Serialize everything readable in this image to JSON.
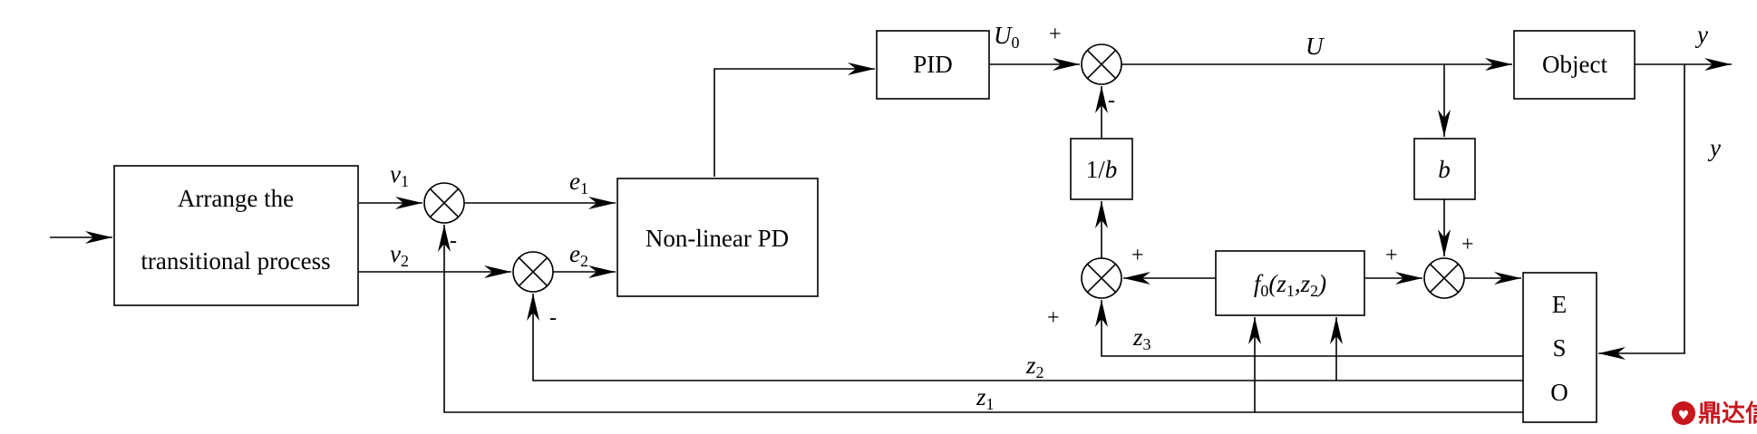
{
  "blocks": {
    "arrange_line1": "Arrange the",
    "arrange_line2": "transitional process",
    "nonlinear_pd": "Non-linear PD",
    "pid": "PID",
    "inv_b_one": "1/",
    "inv_b_var": "b",
    "b": "b",
    "object": "Object",
    "f0_name": "f",
    "f0_sub": "0",
    "f0_args_open": "(",
    "f0_z": "z",
    "f0_z1_sub": "1",
    "f0_comma": ",",
    "f0_z2_sub": "2",
    "f0_args_close": ")",
    "eso_e": "E",
    "eso_s": "S",
    "eso_o": "O"
  },
  "signals": {
    "v": "v",
    "v1_sub": "1",
    "v2_sub": "2",
    "e": "e",
    "e1_sub": "1",
    "e2_sub": "2",
    "U0_main": "U",
    "U0_sub": "0",
    "U": "U",
    "y_out": "y",
    "y_feedback": "y",
    "z": "z",
    "z1_sub": "1",
    "z2_sub": "2",
    "z3_sub": "3"
  },
  "signs": {
    "sj1_minus": "-",
    "sj2_minus": "-",
    "sj3_plus": "+",
    "sj3_minus": "-",
    "sj4_plus_right": "+",
    "sj4_plus_bottom": "+",
    "sj5_plus_left": "+",
    "sj5_plus_top": "+"
  },
  "watermark": "鼎达信"
}
